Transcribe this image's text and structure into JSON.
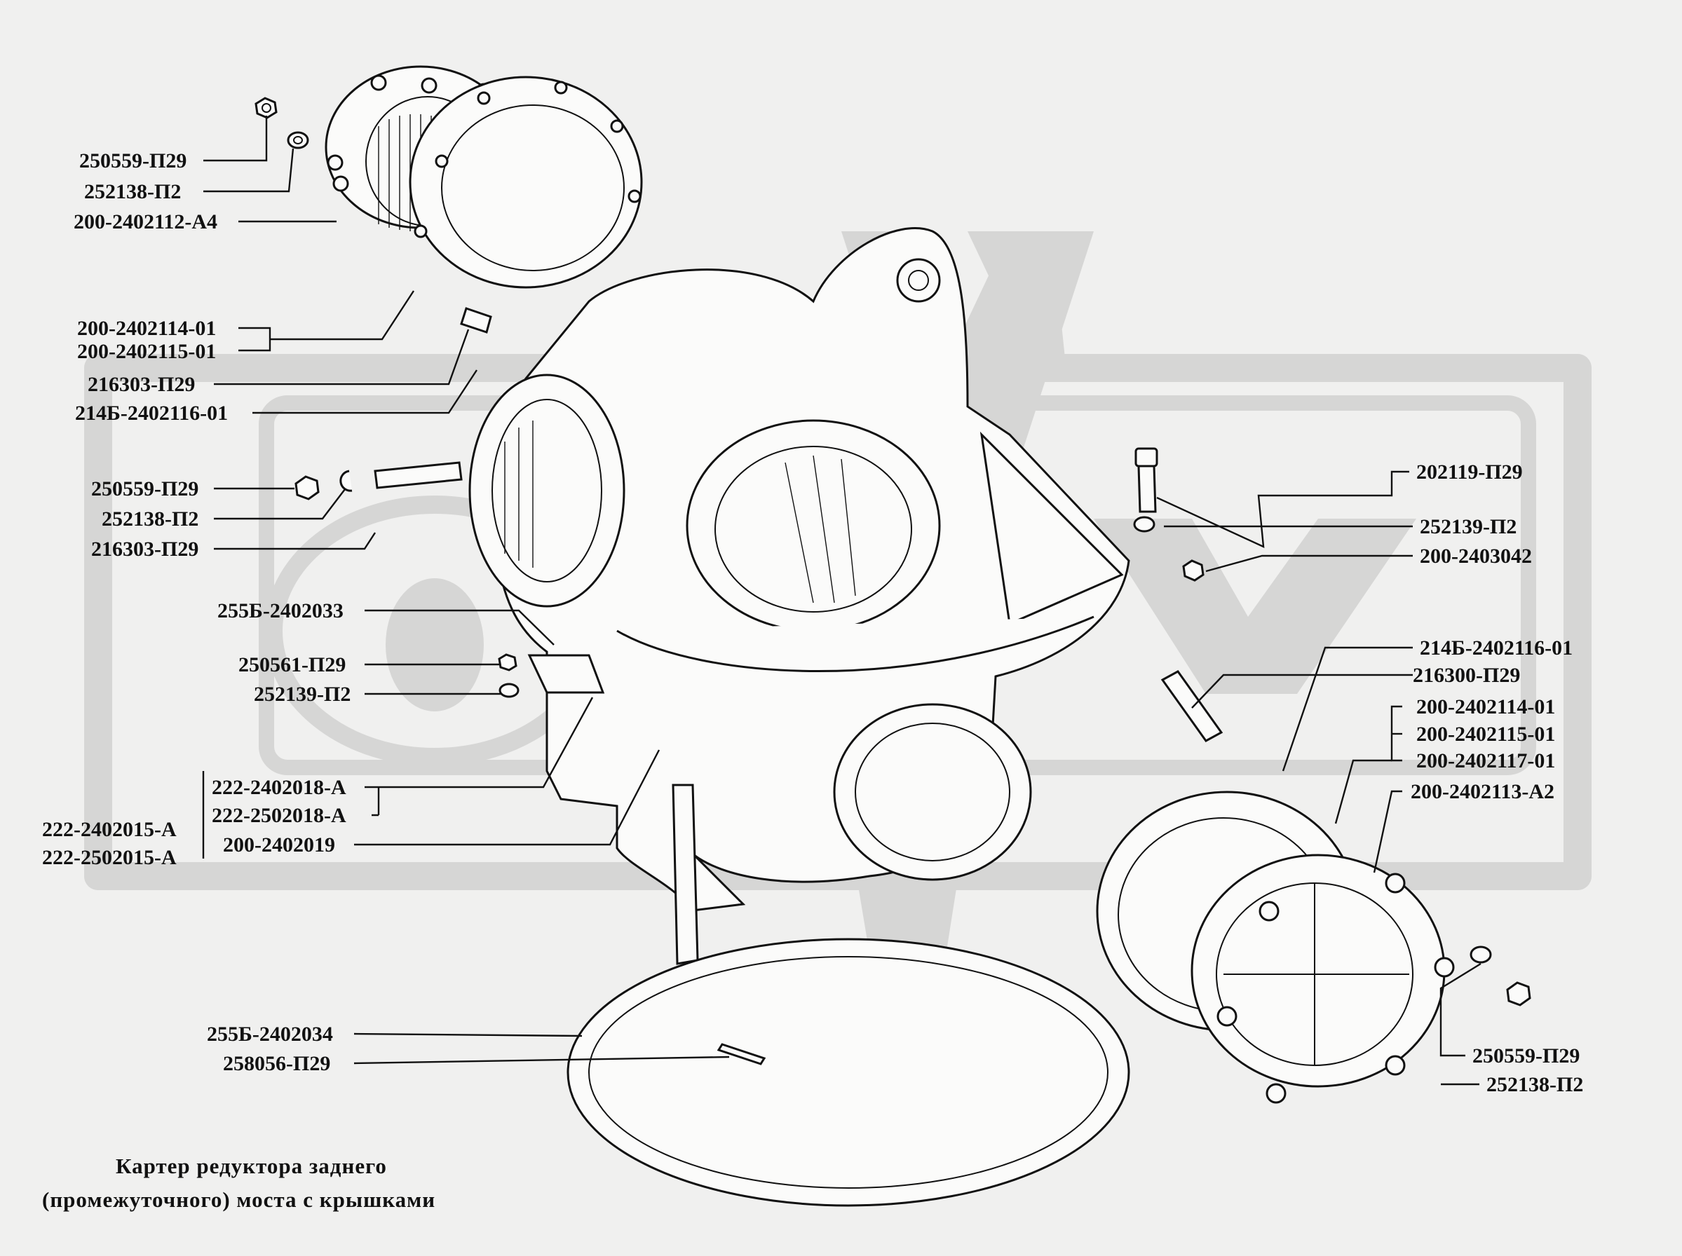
{
  "diagram": {
    "caption_line1": "Картер редуктора заднего",
    "caption_line2": "(промежуточного) моста с крышками",
    "labels": {
      "l01": "250559-П29",
      "l02": "252138-П2",
      "l03": "200-2402112-А4",
      "l04": "200-2402114-01",
      "l05": "200-2402115-01",
      "l06": "216303-П29",
      "l07": "214Б-2402116-01",
      "l08": "250559-П29",
      "l09": "252138-П2",
      "l10": "216303-П29",
      "l11": "255Б-2402033",
      "l12": "250561-П29",
      "l13": "252139-П2",
      "l14": "222-2402018-А",
      "l15": "222-2502018-А",
      "l16": "200-2402019",
      "l17": "222-2402015-А",
      "l18": "222-2502015-А",
      "l19": "255Б-2402034",
      "l20": "258056-П29",
      "r01": "202119-П29",
      "r02": "252139-П2",
      "r03": "200-2403042",
      "r04": "214Б-2402116-01",
      "r05": "216300-П29",
      "r06": "200-2402114-01",
      "r07": "200-2402115-01",
      "r08": "200-2402117-01",
      "r09": "200-2402113-А2",
      "r10": "250559-П29",
      "r11": "252138-П2"
    }
  }
}
